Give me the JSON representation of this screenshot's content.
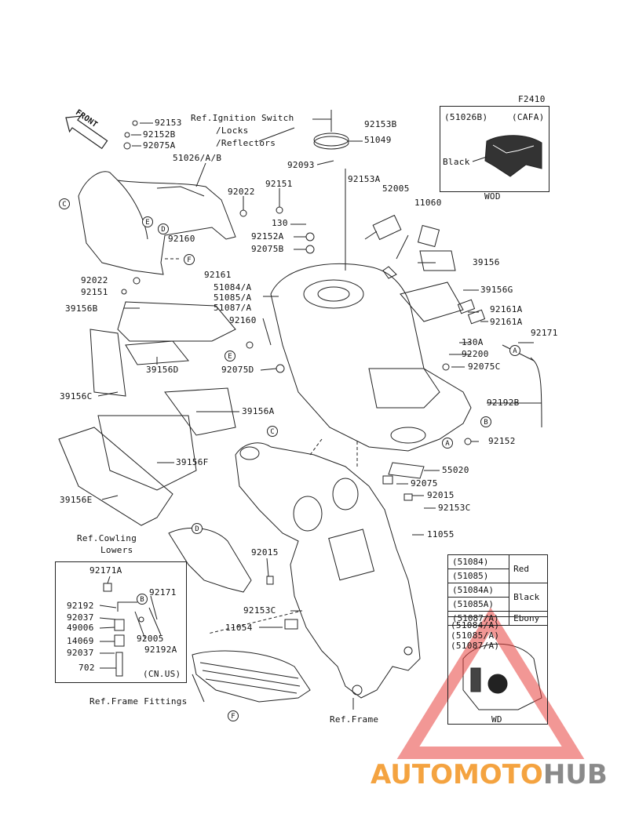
{
  "figure_id": "F2410",
  "front_arrow": "FRONT",
  "labels": {
    "p92153_a": "92153",
    "p92152B_a": "92152B",
    "p92075A": "92075A",
    "ref_ignition": "Ref.Ignition Switch",
    "ref_locks": "/Locks",
    "ref_reflectors": "/Reflectors",
    "p92153B": "92153B",
    "p51049": "51049",
    "p92093": "92093",
    "p51026AB": "51026/A/B",
    "p92022_a": "92022",
    "p92151_a": "92151",
    "p92153A": "92153A",
    "p52005": "52005",
    "p11060": "11060",
    "p130": "130",
    "p92152A": "92152A",
    "p92075B": "92075B",
    "p39156": "39156",
    "p92160_a": "92160",
    "p92161": "92161",
    "p39156G": "39156G",
    "p92022_b": "92022",
    "p92151_b": "92151",
    "p51084A": "51084/A",
    "p51085A": "51085/A",
    "p51087A": "51087/A",
    "p92161A_a": "92161A",
    "p92161A_b": "92161A",
    "p39156B": "39156B",
    "p92160_b": "92160",
    "p92171": "92171",
    "p130A": "130A",
    "p92200": "92200",
    "p92075C": "92075C",
    "p92075D": "92075D",
    "p39156D": "39156D",
    "p92192B": "92192B",
    "p39156C": "39156C",
    "p39156A": "39156A",
    "p92152_b": "92152",
    "p39156F": "39156F",
    "p55020": "55020",
    "p92075": "92075",
    "p92015_a": "92015",
    "p39156E": "39156E",
    "p92153C_a": "92153C",
    "ref_cowling": "Ref.Cowling",
    "ref_lowers": "Lowers",
    "p11055": "11055",
    "p92015_b": "92015",
    "p92153C_b": "92153C",
    "p11054": "11054",
    "ref_frame_fittings": "Ref.Frame Fittings",
    "ref_frame": "Ref.Frame"
  },
  "callouts": {
    "c_top": "C",
    "e_top": "E",
    "d_top": "D",
    "f_top": "F",
    "e_mid": "E",
    "a_right": "A",
    "b_right": "B",
    "a_tank": "A",
    "c_frame": "C",
    "d_cowl": "D",
    "f_bottom": "F",
    "b_inset": "B"
  },
  "inset_cafa": {
    "title_left": "(51026B)",
    "title_right": "(CAFA)",
    "color_label": "Black",
    "region": "WOD"
  },
  "inset_cn_us": {
    "p92171A": "92171A",
    "p92171": "92171",
    "p92192": "92192",
    "p92037_a": "92037",
    "p49006": "49006",
    "p92005": "92005",
    "p14069": "14069",
    "p92192A": "92192A",
    "p92037_b": "92037",
    "p702": "702",
    "region": "(CN.US)"
  },
  "color_table": {
    "rows": [
      {
        "part": "(51084)",
        "color": "Red"
      },
      {
        "part": "(51085)",
        "color": ""
      },
      {
        "part": "(51084A)",
        "color": "Black"
      },
      {
        "part": "(51085A)",
        "color": ""
      },
      {
        "part": "(51087/A)",
        "color": "Ebony"
      }
    ]
  },
  "inset_wd": {
    "line1": "(51084/A)",
    "line2": "(51085/A)",
    "line3": "(51087/A)",
    "region": "WD"
  },
  "watermark": {
    "part1": "AUTOMOTO",
    "part2": "HUB",
    "color1": "#f4a340",
    "color2": "#8a8a8a",
    "triangle_color": "#e8413e"
  }
}
